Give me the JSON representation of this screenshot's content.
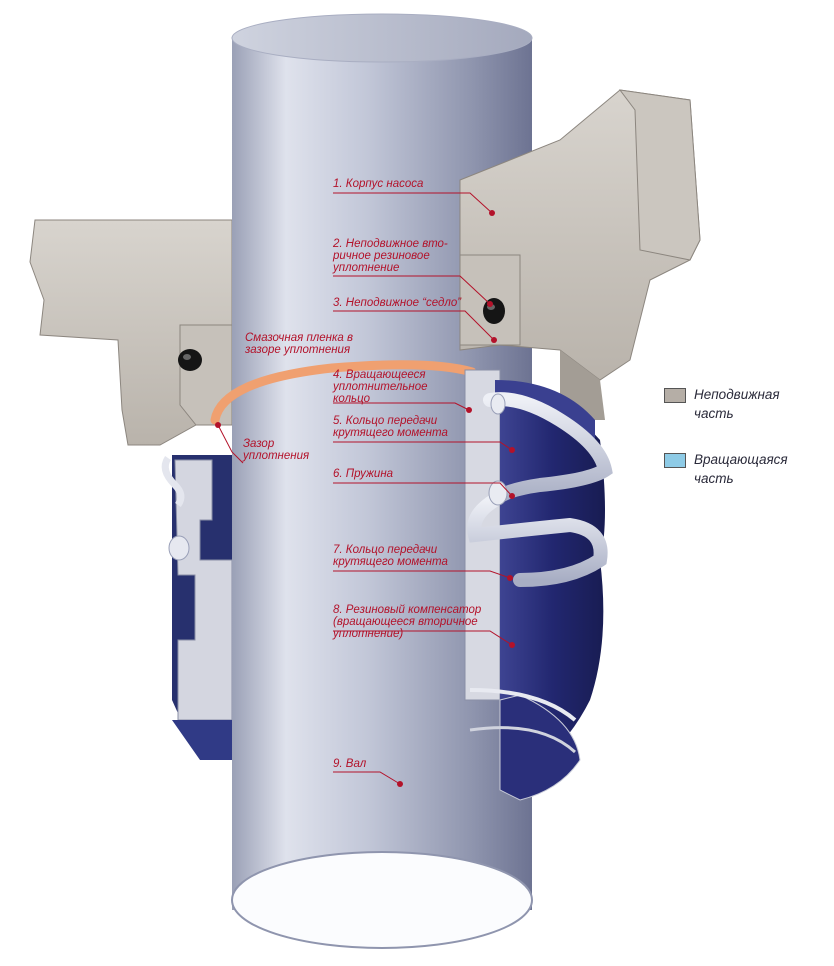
{
  "labels": {
    "pump_housing": "1. Корпус насоса",
    "static_secondary_seal": [
      "2. Неподвижное вто-",
      "ричное резиновое",
      "уплотнение"
    ],
    "static_seat": "3. Неподвижное “седло”",
    "lube_film": [
      "Смазочная пленка в",
      "зазоре уплотнения"
    ],
    "rotating_seal_ring": [
      "4. Вращающееся",
      "уплотнительное",
      "кольцо"
    ],
    "drive_ring_1": [
      "5. Кольцо  передачи",
      "крутящего момента"
    ],
    "spring": "6. Пружина",
    "drive_ring_2": [
      "7. Кольцо передачи",
      "крутящего момента"
    ],
    "bellows": [
      "8. Резиновый компенсатор",
      "(вращающееся вторичное",
      "уплотнение)"
    ],
    "shaft": "9. Вал",
    "seal_gap": [
      "Зазор",
      "уплотнения"
    ]
  },
  "legend": {
    "stationary": {
      "label": [
        "Неподвижная",
        "часть"
      ],
      "color": "#b5aea6"
    },
    "rotating": {
      "label": [
        "Вращающаяся",
        "часть"
      ],
      "color": "#8ecbe6"
    }
  },
  "colors": {
    "label_text": "#b3122a",
    "housing": "#c9c4bd",
    "shaft": "#b9bfd2",
    "rubber": "#2a2f7a",
    "lube_film": "#f0a070"
  }
}
